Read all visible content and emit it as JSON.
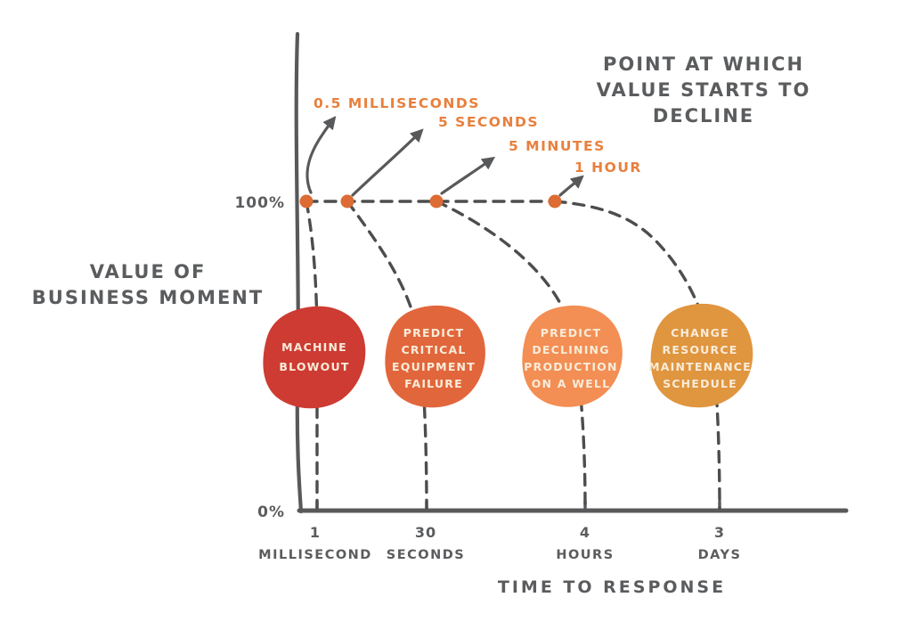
{
  "title": {
    "lines": [
      "POINT AT WHICH",
      "VALUE STARTS TO",
      "DECLINE"
    ]
  },
  "y_axis": {
    "label_lines": [
      "VALUE OF",
      "BUSINESS MOMENT"
    ],
    "top_label": "100%",
    "bottom_label": "0%"
  },
  "x_axis": {
    "label": "TIME TO RESPONSE",
    "ticks": [
      {
        "value": "1",
        "unit": "MILLISECOND"
      },
      {
        "value": "30",
        "unit": "SECONDS"
      },
      {
        "value": "4",
        "unit": "HOURS"
      },
      {
        "value": "3",
        "unit": "DAYS"
      }
    ]
  },
  "decline_points": [
    {
      "label": "0.5 MILLISECONDS"
    },
    {
      "label": "5 SECONDS"
    },
    {
      "label": "5 MINUTES"
    },
    {
      "label": "1 HOUR"
    }
  ],
  "blobs": [
    {
      "color": "#cd3b33",
      "lines": [
        "MACHINE",
        "BLOWOUT"
      ]
    },
    {
      "color": "#e2663c",
      "lines": [
        "PREDICT",
        "CRITICAL",
        "EQUIPMENT",
        "FAILURE"
      ]
    },
    {
      "color": "#f38e54",
      "lines": [
        "PREDICT",
        "DECLINING",
        "PRODUCTION",
        "ON A WELL"
      ]
    },
    {
      "color": "#e0953f",
      "lines": [
        "CHANGE",
        "RESOURCE",
        "MAINTENANCE",
        "SCHEDULE"
      ]
    }
  ],
  "colors": {
    "dot": "#dc6c33",
    "annotation_text": "#e8803e",
    "axis_text": "#5b5c5e",
    "dashed_line": "#4d4d4d",
    "blob_text": "#f8ecd9"
  },
  "chart_data": {
    "type": "line",
    "title": "Point at which value starts to decline",
    "xlabel": "TIME TO RESPONSE",
    "ylabel": "VALUE OF BUSINESS MOMENT",
    "ylim": [
      "0%",
      "100%"
    ],
    "x_ticks": [
      "1 MILLISECOND",
      "30 SECONDS",
      "4 HOURS",
      "3 DAYS"
    ],
    "grid": false,
    "legend_position": "none",
    "series": [
      {
        "name": "MACHINE BLOWOUT",
        "value_at_start": "100%",
        "decline_starts_at": "0.5 MILLISECONDS",
        "reaches_0_at": "1 MILLISECOND"
      },
      {
        "name": "PREDICT CRITICAL EQUIPMENT FAILURE",
        "value_at_start": "100%",
        "decline_starts_at": "5 SECONDS",
        "reaches_0_at": "30 SECONDS"
      },
      {
        "name": "PREDICT DECLINING PRODUCTION ON A WELL",
        "value_at_start": "100%",
        "decline_starts_at": "5 MINUTES",
        "reaches_0_at": "4 HOURS"
      },
      {
        "name": "CHANGE RESOURCE MAINTENANCE SCHEDULE",
        "value_at_start": "100%",
        "decline_starts_at": "1 HOUR",
        "reaches_0_at": "3 DAYS"
      }
    ]
  }
}
